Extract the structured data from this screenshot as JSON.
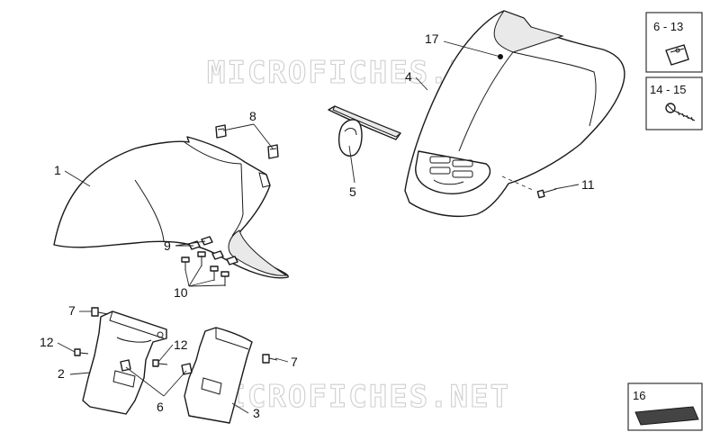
{
  "watermark": {
    "text": "MICROFICHES.NET"
  },
  "callouts": {
    "c1": "1",
    "c2": "2",
    "c3": "3",
    "c4": "4",
    "c5": "5",
    "c6": "6",
    "c7a": "7",
    "c7b": "7",
    "c8": "8",
    "c9": "9",
    "c10": "10",
    "c11": "11",
    "c12a": "12",
    "c12b": "12",
    "c17": "17"
  },
  "legend_boxes": {
    "box_a": "6 - 13",
    "box_b": "14 - 15",
    "box_c": "16"
  }
}
